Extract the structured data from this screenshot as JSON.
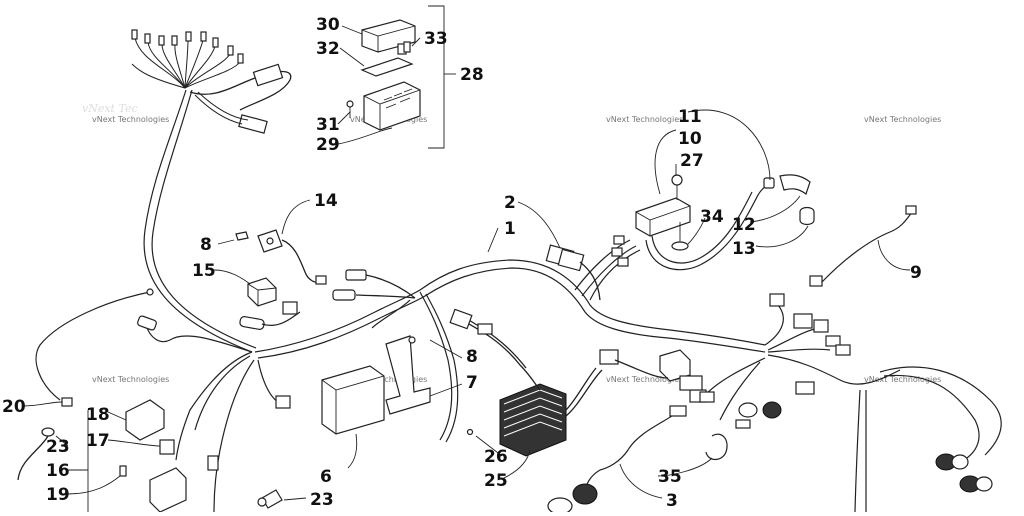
{
  "watermark_text": "vNext Technologies",
  "callouts": [
    {
      "id": "c1",
      "label": "1"
    },
    {
      "id": "c2",
      "label": "2"
    },
    {
      "id": "c3",
      "label": "3"
    },
    {
      "id": "c6",
      "label": "6"
    },
    {
      "id": "c7",
      "label": "7"
    },
    {
      "id": "c8a",
      "label": "8"
    },
    {
      "id": "c8b",
      "label": "8"
    },
    {
      "id": "c9",
      "label": "9"
    },
    {
      "id": "c10",
      "label": "10"
    },
    {
      "id": "c11",
      "label": "11"
    },
    {
      "id": "c12",
      "label": "12"
    },
    {
      "id": "c13",
      "label": "13"
    },
    {
      "id": "c14",
      "label": "14"
    },
    {
      "id": "c15",
      "label": "15"
    },
    {
      "id": "c16",
      "label": "16"
    },
    {
      "id": "c17",
      "label": "17"
    },
    {
      "id": "c18",
      "label": "18"
    },
    {
      "id": "c19",
      "label": "19"
    },
    {
      "id": "c20",
      "label": "20"
    },
    {
      "id": "c23a",
      "label": "23"
    },
    {
      "id": "c23b",
      "label": "23"
    },
    {
      "id": "c25",
      "label": "25"
    },
    {
      "id": "c26",
      "label": "26"
    },
    {
      "id": "c27",
      "label": "27"
    },
    {
      "id": "c28",
      "label": "28"
    },
    {
      "id": "c29",
      "label": "29"
    },
    {
      "id": "c30",
      "label": "30"
    },
    {
      "id": "c31",
      "label": "31"
    },
    {
      "id": "c32",
      "label": "32"
    },
    {
      "id": "c33",
      "label": "33"
    },
    {
      "id": "c34",
      "label": "34"
    },
    {
      "id": "c35",
      "label": "35"
    }
  ]
}
